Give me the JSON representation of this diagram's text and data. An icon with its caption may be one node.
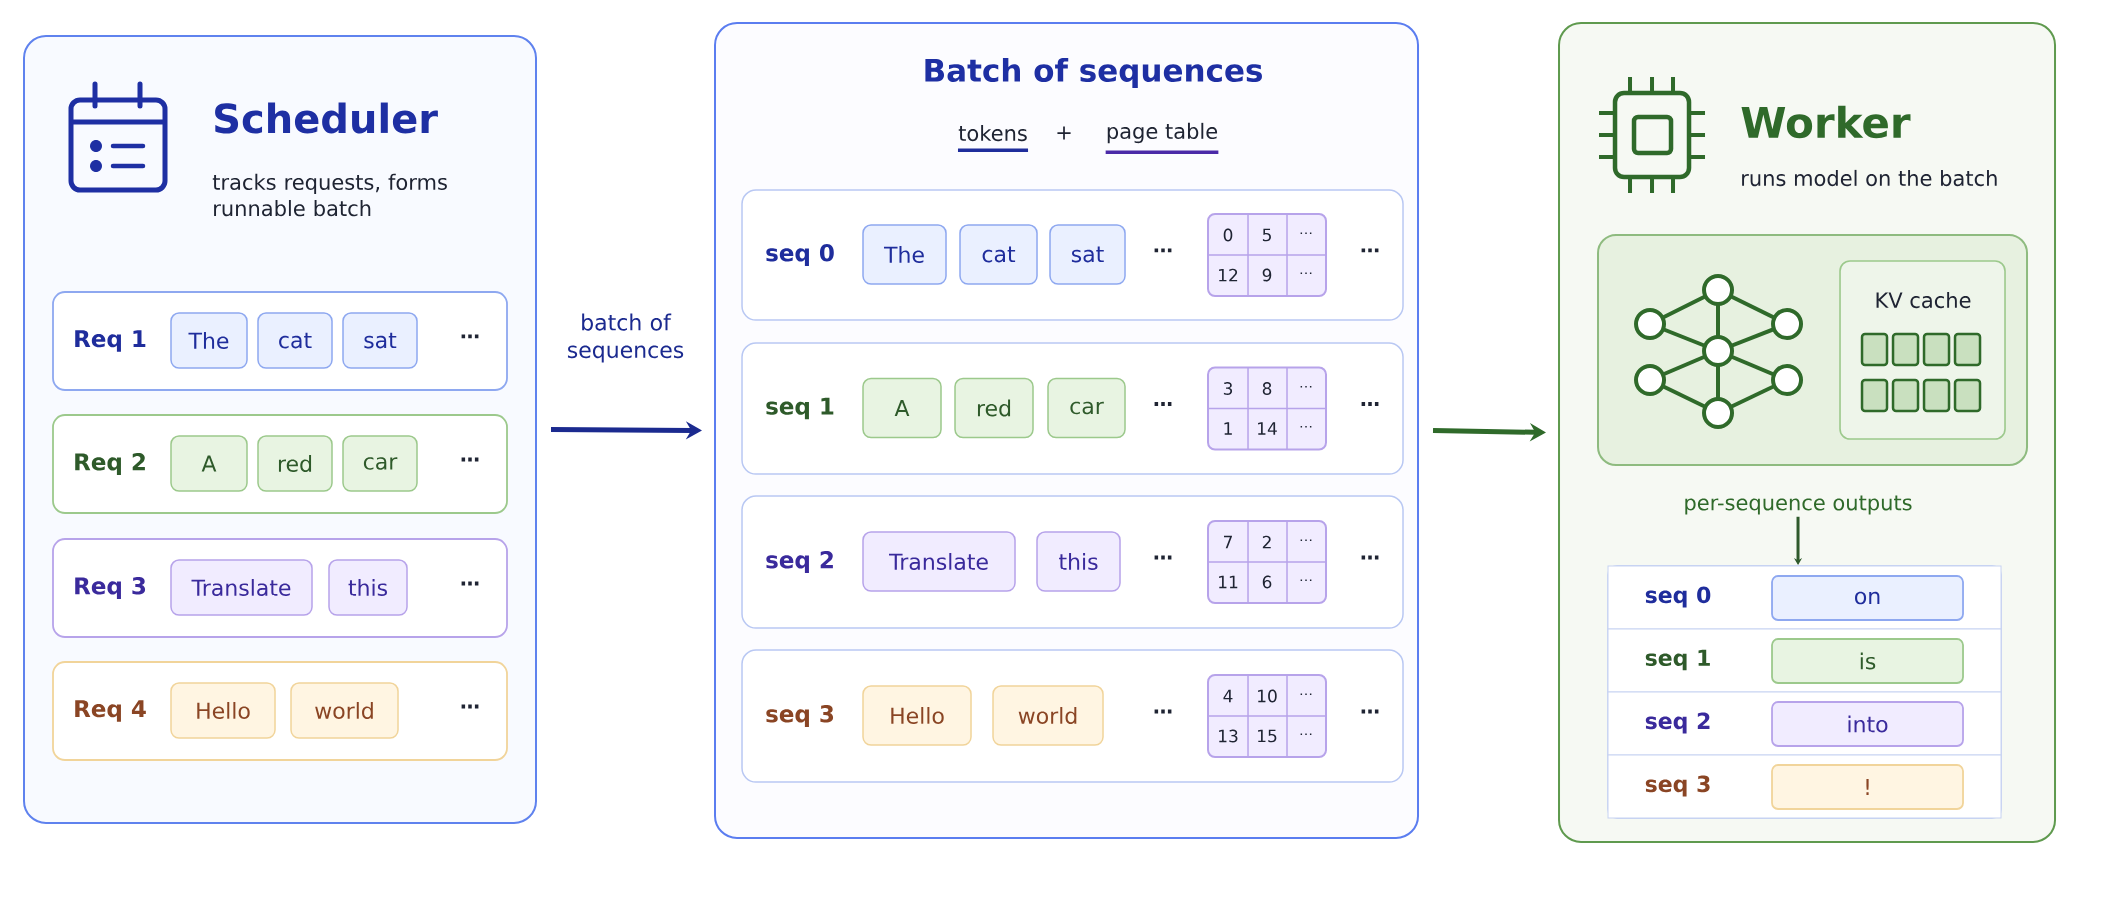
{
  "diagram": {
    "nodes": [
      {
        "text": [
          "Scheduler",
          "tracks requests, forms runnable batch"
        ]
      },
      {
        "text": [
          "Req 1",
          "⋯"
        ],
        "in": 0
      },
      {
        "text": [
          "The"
        ],
        "in": 1
      },
      {
        "text": [
          "cat"
        ],
        "in": 1
      },
      {
        "text": [
          "sat"
        ],
        "in": 1
      },
      {
        "text": [
          "Req 2",
          "⋯"
        ],
        "in": 0
      },
      {
        "text": [
          "A"
        ],
        "in": 5
      },
      {
        "text": [
          "red"
        ],
        "in": 5
      },
      {
        "text": [
          "car"
        ],
        "in": 5
      },
      {
        "text": [
          "Req 3",
          "⋯"
        ],
        "in": 0
      },
      {
        "text": [
          "Translate"
        ],
        "in": 9
      },
      {
        "text": [
          "this"
        ],
        "in": 9
      },
      {
        "text": [
          "Req 4",
          "⋯"
        ],
        "in": 0
      },
      {
        "text": [
          "Hello"
        ],
        "in": 12
      },
      {
        "text": [
          "world"
        ],
        "in": 12
      },
      {
        "text": [
          "Batch of sequences",
          "tokens",
          "+",
          "page table"
        ]
      },
      {
        "text": [
          "seq 0",
          "⋯",
          "⋯"
        ],
        "in": 15
      },
      {
        "text": [
          "The"
        ],
        "in": 16
      },
      {
        "text": [
          "cat"
        ],
        "in": 16
      },
      {
        "text": [
          "sat"
        ],
        "in": 16
      },
      {
        "text": [
          "0",
          "5",
          "⋯",
          "12",
          "9",
          "⋯"
        ],
        "in": 16
      },
      {
        "text": [
          "seq 1",
          "⋯",
          "⋯"
        ],
        "in": 15
      },
      {
        "text": [
          "A"
        ],
        "in": 21
      },
      {
        "text": [
          "red"
        ],
        "in": 21
      },
      {
        "text": [
          "car"
        ],
        "in": 21
      },
      {
        "text": [
          "3",
          "8",
          "⋯",
          "1",
          "14",
          "⋯"
        ],
        "in": 21
      },
      {
        "text": [
          "seq 2",
          "⋯",
          "⋯"
        ],
        "in": 15
      },
      {
        "text": [
          "Translate"
        ],
        "in": 26
      },
      {
        "text": [
          "this"
        ],
        "in": 26
      },
      {
        "text": [
          "7",
          "2",
          "⋯",
          "11",
          "6",
          "⋯"
        ],
        "in": 26
      },
      {
        "text": [
          "seq 3",
          "⋯",
          "⋯"
        ],
        "in": 15
      },
      {
        "text": [
          "Hello"
        ],
        "in": 30
      },
      {
        "text": [
          "world"
        ],
        "in": 30
      },
      {
        "text": [
          "4",
          "10",
          "⋯",
          "13",
          "15",
          "⋯"
        ],
        "in": 30
      },
      {
        "text": [
          "Worker",
          "runs model on the batch"
        ]
      },
      {
        "text": [],
        "shape": "box",
        "in": 34
      },
      {
        "text": [
          "KV cache"
        ],
        "in": 35
      },
      {
        "text": [
          "per-sequence outputs"
        ],
        "in": 34
      },
      {
        "text": [],
        "shape": "box",
        "in": 34
      },
      {
        "text": [
          "seq 0"
        ],
        "in": 38
      },
      {
        "text": [
          "on"
        ],
        "in": 39
      },
      {
        "text": [
          "seq 1"
        ],
        "in": 38
      },
      {
        "text": [
          "is"
        ],
        "in": 41
      },
      {
        "text": [
          "seq 2"
        ],
        "in": 38
      },
      {
        "text": [
          "into"
        ],
        "in": 43
      },
      {
        "text": [
          "seq 3"
        ],
        "in": 38
      },
      {
        "text": [
          "!"
        ],
        "in": 45
      }
    ],
    "edges": [
      {
        "from": 0,
        "to": 15,
        "arrow": "to",
        "label": "batch of sequences",
        "color": "#1b2a8f"
      },
      {
        "from": 15,
        "to": 34,
        "arrow": "to",
        "color": "#2f6a2a"
      },
      {
        "from": 37,
        "to": 38,
        "arrow": "to",
        "color": "#2f5a2c"
      }
    ]
  }
}
